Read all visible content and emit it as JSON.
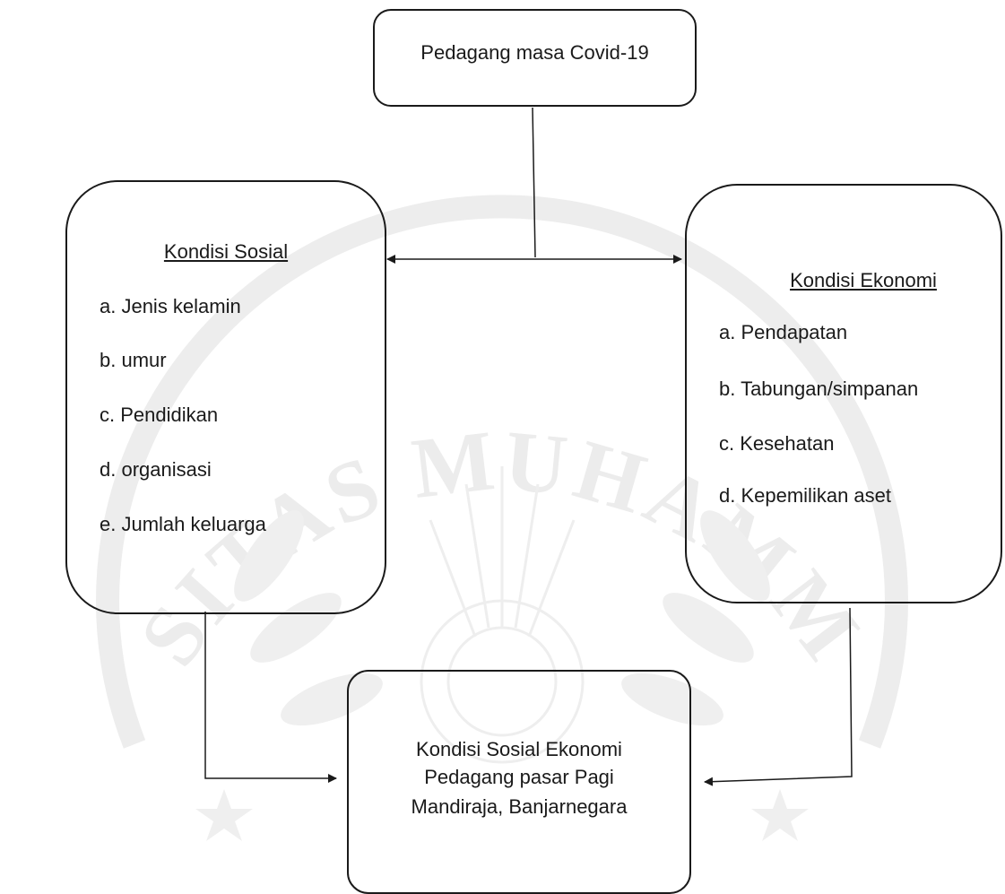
{
  "top_box": {
    "label": "Pedagang masa Covid-19"
  },
  "social_box": {
    "heading": "Kondisi Sosial",
    "items": [
      "a. Jenis kelamin",
      "b. umur",
      "c. Pendidikan",
      "d. organisasi",
      "e. Jumlah keluarga"
    ]
  },
  "economic_box": {
    "heading": "Kondisi Ekonomi",
    "items": [
      "a. Pendapatan",
      "b. Tabungan/simpanan",
      "c. Kesehatan",
      "d. Kepemilikan aset"
    ]
  },
  "result_box": {
    "lines": [
      "Kondisi Sosial Ekonomi",
      "Pedagang pasar Pagi",
      "Mandiraja, Banjarnegara"
    ]
  },
  "watermark": {
    "arc_text": "UNIVERSITAS MUHAMMADIYAH",
    "color": "#ececec"
  },
  "colors": {
    "line": "#1a1a1a",
    "background": "#ffffff"
  }
}
